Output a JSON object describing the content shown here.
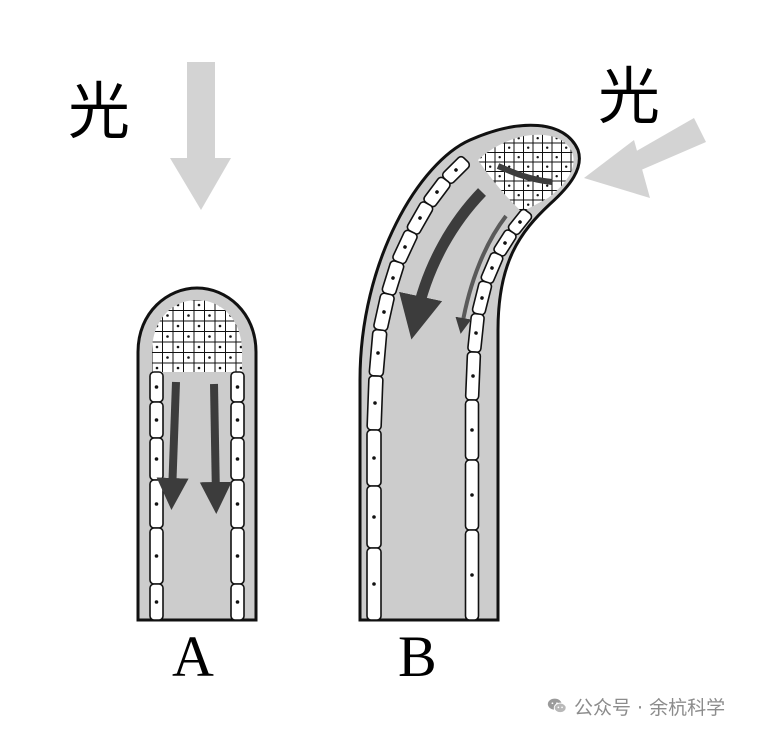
{
  "labels": {
    "light_left": "光",
    "light_right": "光",
    "panel_a": "A",
    "panel_b": "B"
  },
  "watermark": {
    "text": "公众号 · 余杭科学"
  },
  "colors": {
    "light_arrow": "#d3d3d3",
    "tissue_fill": "#cccccc",
    "cell_fill": "#ffffff",
    "outline": "#111111",
    "flow_arrow": "#3c3c3c",
    "watermark": "#8c8c8c"
  },
  "icons": {
    "watermark_icon": "wechat-icon"
  }
}
